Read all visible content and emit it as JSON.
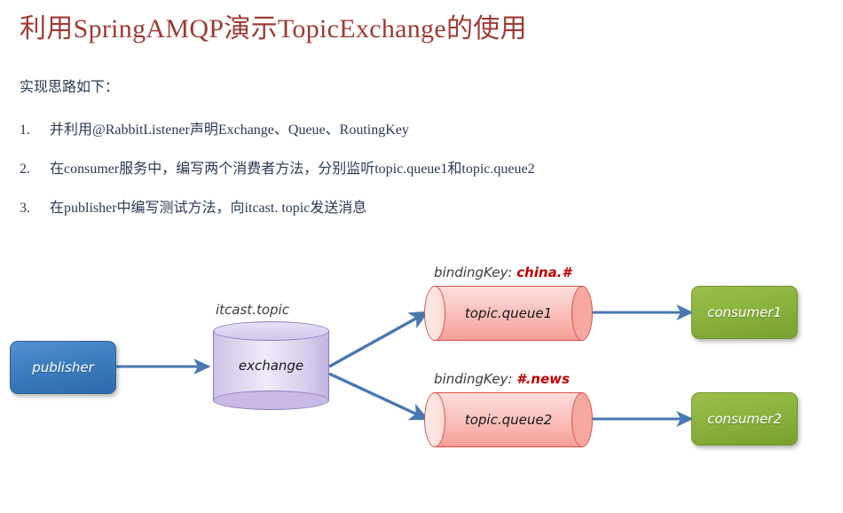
{
  "slide": {
    "title": "利用SpringAMQP演示TopicExchange的使用",
    "intro": "实现思路如下：",
    "steps": [
      {
        "num": "1.",
        "text": "并利用@RabbitListener声明Exchange、Queue、RoutingKey"
      },
      {
        "num": "2.",
        "text": "在consumer服务中，编写两个消费者方法，分别监听topic.queue1和topic.queue2"
      },
      {
        "num": "3.",
        "text": "在publisher中编写测试方法，向itcast. topic发送消息"
      }
    ]
  },
  "diagram": {
    "publisher": {
      "label": "publisher"
    },
    "exchange": {
      "caption": "itcast.topic",
      "label": "exchange"
    },
    "queues": [
      {
        "binding_label": "bindingKey:",
        "binding_value": "china.#",
        "label": "topic.queue1"
      },
      {
        "binding_label": "bindingKey:",
        "binding_value": "#.news",
        "label": "topic.queue2"
      }
    ],
    "consumers": [
      {
        "label": "consumer1"
      },
      {
        "label": "consumer2"
      }
    ]
  },
  "colors": {
    "title": "#9e3a34",
    "body_text": "#2b3a52",
    "publisher_blue": "#3d7fc1",
    "exchange_purple": "#d3c8ec",
    "queue_pink": "#f9b6b0",
    "consumer_green": "#8cb33f",
    "arrow_blue": "#4878b0",
    "binding_value_red": "#c00000"
  }
}
